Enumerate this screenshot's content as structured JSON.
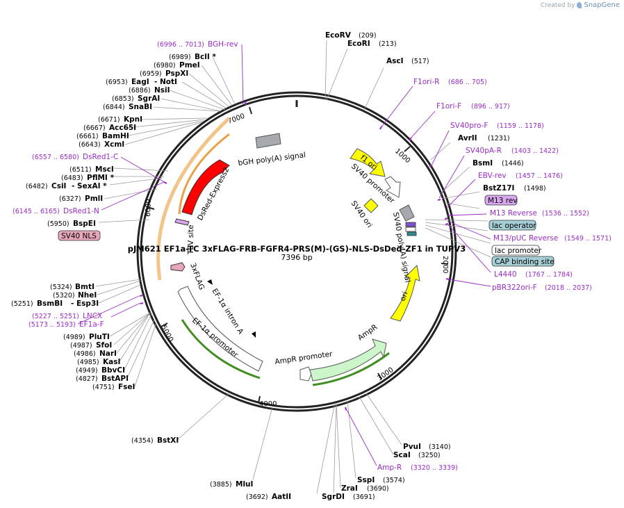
{
  "watermark": {
    "prefix": "Created by",
    "brand": "SnapGene"
  },
  "plasmid": {
    "name": "pJM621 EF1a-TC 3xFLAG-FRB-FGFR4-PRS(M)-(GS)-NLS-DsDed-ZF1 in TUPV3",
    "length": "7396 bp"
  },
  "ticks": [
    "1000",
    "2000",
    "3000",
    "4000",
    "5000",
    "6000",
    "7000"
  ],
  "sites": [
    {
      "name": "EcoRV",
      "pos": "(209)"
    },
    {
      "name": "EcoRI",
      "pos": "(213)"
    },
    {
      "name": "AscI",
      "pos": "(517)"
    },
    {
      "name": "AvrII",
      "pos": "(1231)"
    },
    {
      "name": "BsmI",
      "pos": "(1446)"
    },
    {
      "name": "BstZ17I",
      "pos": "(1498)"
    },
    {
      "name": "PvuI",
      "pos": "(3140)"
    },
    {
      "name": "ScaI",
      "pos": "(3250)"
    },
    {
      "name": "SspI",
      "pos": "(3574)"
    },
    {
      "name": "ZraI",
      "pos": "(3690)"
    },
    {
      "name": "SgrDI",
      "pos": "(3691)"
    },
    {
      "name": "AatII",
      "pos": "(3692)"
    },
    {
      "name": "MluI",
      "pos": "(3885)"
    },
    {
      "name": "BstXI",
      "pos": "(4354)"
    },
    {
      "name": "FseI",
      "pos": "(4751)"
    },
    {
      "name": "BstAPI",
      "pos": "(4827)"
    },
    {
      "name": "BbvCI",
      "pos": "(4949)"
    },
    {
      "name": "KasI",
      "pos": "(4985)"
    },
    {
      "name": "NarI",
      "pos": "(4986)"
    },
    {
      "name": "SfoI",
      "pos": "(4987)"
    },
    {
      "name": "PluTI",
      "pos": "(4989)"
    },
    {
      "name": "BsmBI",
      "pos": "(5251)"
    },
    {
      "name": "- Esp3I",
      "pos": ""
    },
    {
      "name": "NheI",
      "pos": "(5320)"
    },
    {
      "name": "BmtI",
      "pos": "(5324)"
    },
    {
      "name": "BspEI",
      "pos": "(5950)"
    },
    {
      "name": "PmlI",
      "pos": "(6327)"
    },
    {
      "name": "CsiI",
      "pos": "(6482)"
    },
    {
      "name": "- SexAI *",
      "pos": ""
    },
    {
      "name": "PflMI *",
      "pos": "(6483)"
    },
    {
      "name": "MscI",
      "pos": "(6511)"
    },
    {
      "name": "XcmI",
      "pos": "(6643)"
    },
    {
      "name": "BamHI",
      "pos": "(6661)"
    },
    {
      "name": "Acc65I",
      "pos": "(6667)"
    },
    {
      "name": "KpnI",
      "pos": "(6671)"
    },
    {
      "name": "SnaBI",
      "pos": "(6844)"
    },
    {
      "name": "SgrAI",
      "pos": "(6853)"
    },
    {
      "name": "NsiI",
      "pos": "(6886)"
    },
    {
      "name": "EagI",
      "pos": "(6953)"
    },
    {
      "name": "- NotI",
      "pos": ""
    },
    {
      "name": "PspXI",
      "pos": "(6959)"
    },
    {
      "name": "PmeI",
      "pos": "(6980)"
    },
    {
      "name": "BclI *",
      "pos": "(6989)"
    }
  ],
  "primers": [
    {
      "name": "F1ori-R",
      "range": "(686 .. 705)"
    },
    {
      "name": "F1ori-F",
      "range": "(896 .. 917)"
    },
    {
      "name": "SV40pro-F",
      "range": "(1159 .. 1178)"
    },
    {
      "name": "SV40pA-R",
      "range": "(1403 .. 1422)"
    },
    {
      "name": "EBV-rev",
      "range": "(1457 .. 1476)"
    },
    {
      "name": "M13 Reverse",
      "range": "(1536 .. 1552)"
    },
    {
      "name": "M13/pUC Reverse",
      "range": "(1549 .. 1571)"
    },
    {
      "name": "L4440",
      "range": "(1767 .. 1784)"
    },
    {
      "name": "pBR322ori-F",
      "range": "(2018 .. 2037)"
    },
    {
      "name": "Amp-R",
      "range": "(3320 .. 3339)"
    },
    {
      "name": "LNCX",
      "range": "(5227 .. 5251)"
    },
    {
      "name": "EF1a-F",
      "range": "(5173 .. 5193)"
    },
    {
      "name": "DsRed1-N",
      "range": "(6145 .. 6165)"
    },
    {
      "name": "DsRed1-C",
      "range": "(6557 .. 6580)"
    },
    {
      "name": "BGH-rev",
      "range": "(6996 .. 7013)"
    }
  ],
  "boxed": [
    "M13 rev",
    "lac operator",
    "lac promoter",
    "CAP binding site",
    "SV40 NLS"
  ],
  "features": [
    "f1 ori",
    "SV40 promoter",
    "SV40 ori",
    "SV40 poly(A) signal",
    "ori",
    "AmpR",
    "AmpR promoter",
    "EF-1α promoter",
    "EF-1α intron A",
    "3xFLAG",
    "TEV site",
    "DsRed-Express2",
    "bGH poly(A) signal"
  ],
  "colors": {
    "backbone": "#222222",
    "primer": "#9a2bc7",
    "ori": "#ffff00",
    "ampr": "#ccf5cc",
    "dsred": "#ff0000",
    "gray": "#a6a9ad",
    "white": "#ffffff",
    "teal": "#a5cfd6",
    "pink": "#e6a8b8",
    "lilac": "#d8a7f0",
    "greenline": "#3f8e1f",
    "orangeline": "#e9a14a"
  }
}
